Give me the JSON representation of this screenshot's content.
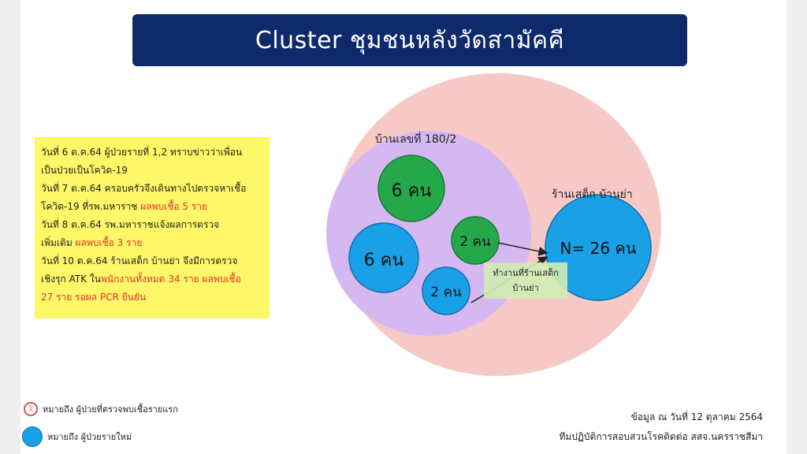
{
  "title": "Cluster ชุมชนหลังวัดสามัคคี",
  "timeline": [
    {
      "text": "วันที่ 6 ต.ค.64 ผู้ป่วยรายที่ 1,2 ทราบข่าวว่าเพื่อน"
    },
    {
      "text": "เป็นป่วยเป็นโควิด-19"
    },
    {
      "text": "วันที่ 7 ต.ค.64 ครอบครัวจึงเดินทางไปตรวจหาเชื้อ"
    },
    {
      "text": "โควิด-19 ที่รพ.มหาราช ",
      "highlight": "ผลพบเชื้อ 5 ราย"
    },
    {
      "text": "วันที่ 8 ต.ค.64 รพ.มหาราชแจ้งผลการตรวจ"
    },
    {
      "text": "เพิ่มเติม ",
      "highlight": "ผลพบเชื้อ 3 ราย"
    },
    {
      "text": "วันที่ 10 ต.ค.64 ร้านเสต็ก บ้านย่า จึงมีการตรวจ"
    },
    {
      "text": "เชิงรุก ATK ใน",
      "highlight": "พนักงานทั้งหมด 34 ราย ผลพบเชื้อ"
    },
    {
      "text": "",
      "highlight": "27 ราย รอผล PCR ยืนยัน"
    }
  ],
  "house_label": "บ้านเลขที่ 180/2",
  "shop_label": "ร้านเสต็ก บ้านย่า",
  "green_big": "6 คน",
  "green_small": "2 คน",
  "blue_big": "6 คน",
  "blue_small": "2 คน",
  "shop_count": "N= 26 คน",
  "work_note_line1": "ทำงานที่ร้านเสต็ก",
  "work_note_line2": "บ้านย่า",
  "legend": {
    "first_ring_number": "1",
    "first_label": "หมายถึง ผู้ป่วยที่ตรวจพบเชื้อรายแรก",
    "new_label": "หมายถึง ผู้ป่วยรายใหม่"
  },
  "source_line1": "ข้อมูล ณ วันที่ 12 ตุลาคม 2564",
  "source_line2": "ทีมปฏิบัติการสอบสวนโรคติดต่อ สสจ.นครราชสีมา",
  "colors": {
    "outer": "#f7c9c6",
    "house": "#d5b8f2",
    "green": "#25a84a",
    "blue": "#1aa0e6",
    "title_bg": "#0f2a6b",
    "note_bg": "#fef767",
    "red_text": "#e53030"
  }
}
